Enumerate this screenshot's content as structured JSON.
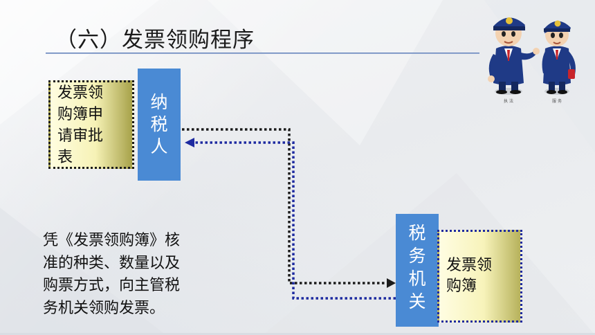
{
  "slide": {
    "title": "（六）发票领购程序",
    "form_box": {
      "lines": [
        "发票领",
        "购簿申",
        "请审批",
        "表"
      ]
    },
    "taxpayer": {
      "lines": [
        "纳",
        "税",
        "人"
      ]
    },
    "authority": {
      "lines": [
        "税",
        "务",
        "机",
        "关"
      ]
    },
    "book_box": {
      "lines": [
        "发票领",
        "购簿"
      ]
    },
    "description": {
      "lines": [
        "凭《发票领购簿》核",
        "准的种类、数量以及",
        "购票方式，向主管税",
        "务机关领购发票。"
      ]
    },
    "mascot": {
      "left_caption": "执 法",
      "right_caption": "服 务"
    }
  },
  "colors": {
    "bar_blue": "#4a8ad4",
    "title_rule": "#5a7bb8",
    "black_dots": "#1b1b1b",
    "blue_dots": "#1d2aa0",
    "box_yellow": "#f6f2b6"
  },
  "icons": [
    "mascot-officers-illustration"
  ]
}
